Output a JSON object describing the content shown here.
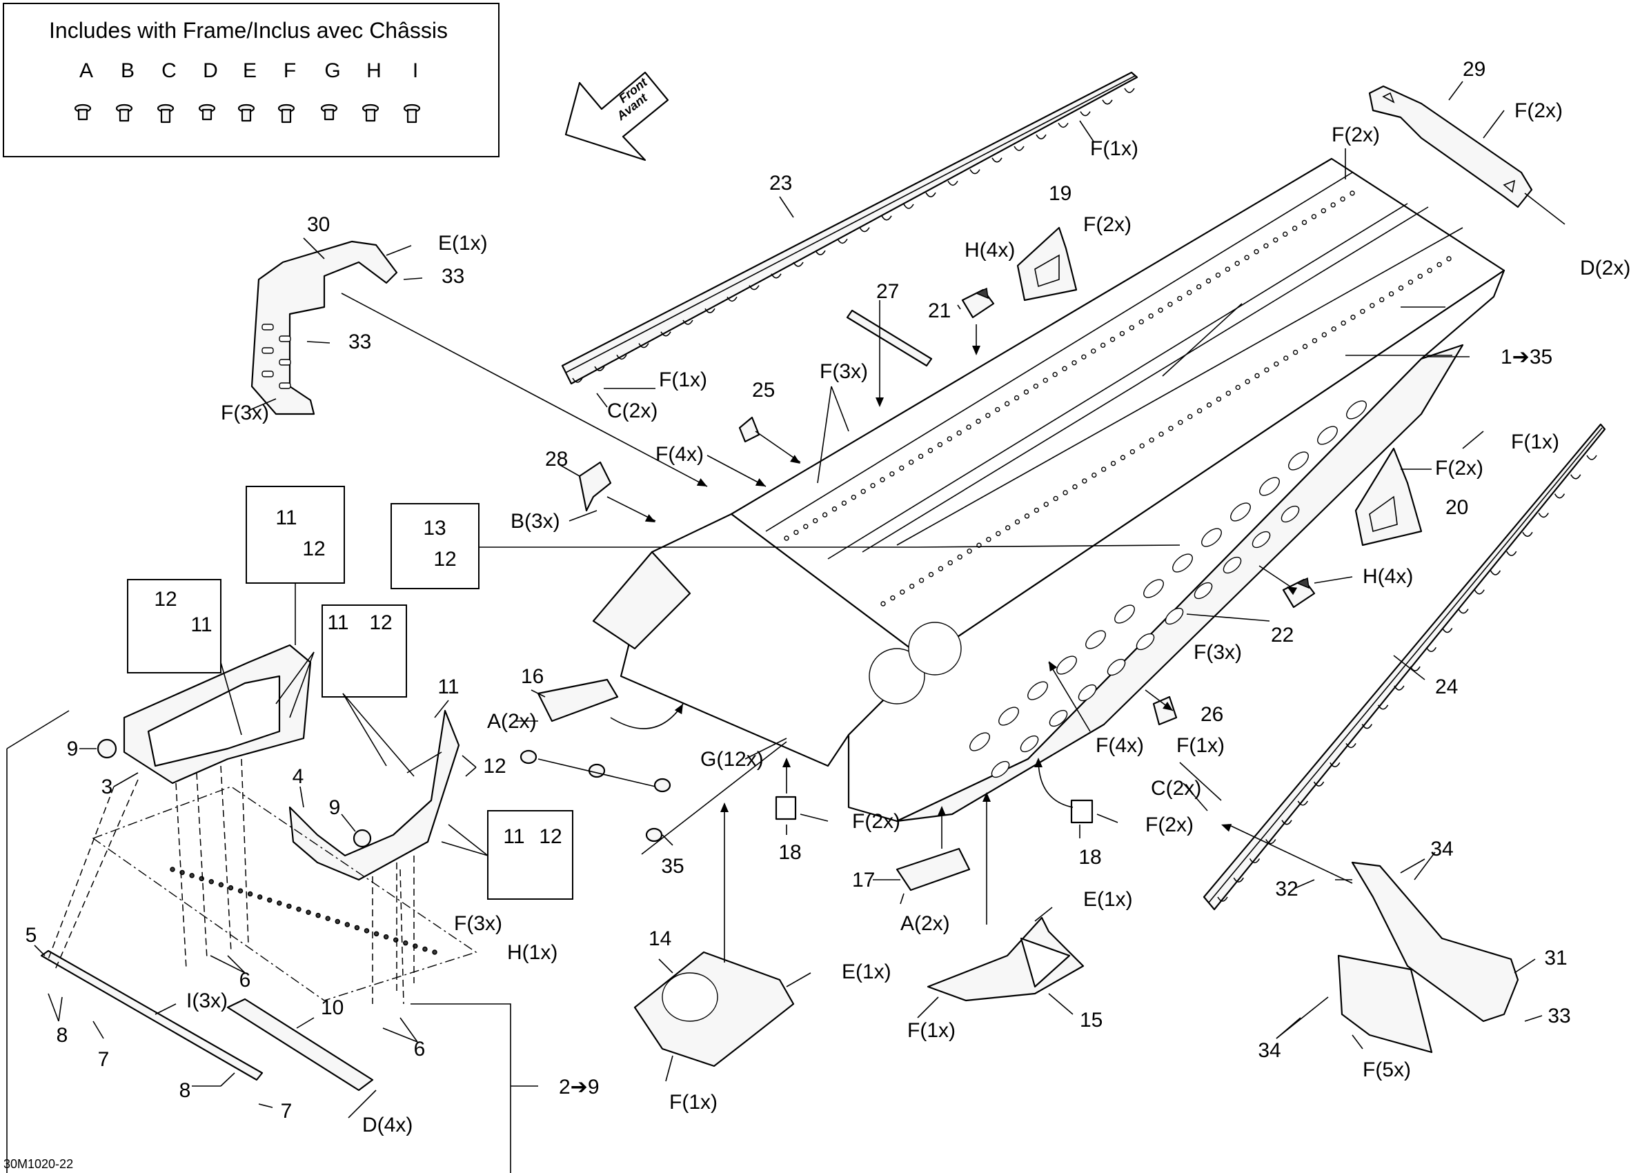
{
  "legend": {
    "title": "Includes with Frame/Inclus avec Châssis",
    "letters": [
      "A",
      "B",
      "C",
      "D",
      "E",
      "F",
      "G",
      "H",
      "I"
    ]
  },
  "front_arrow": {
    "line1": "Front",
    "line2": "Avant"
  },
  "callouts": {
    "c1": "F(1x)",
    "c23": "23",
    "c29": "29",
    "c29f": "F(2x)",
    "c29d": "D(2x)",
    "cF2top": "F(2x)",
    "c19": "19",
    "c19f": "F(2x)",
    "cH4a": "H(4x)",
    "c21": "21",
    "c30": "30",
    "c30e": "E(1x)",
    "c33a": "33",
    "c33b": "33",
    "c30f": "F(3x)",
    "c27": "27",
    "cF1b": "F(1x)",
    "cC2a": "C(2x)",
    "c25": "25",
    "cF3a": "F(3x)",
    "cF4a": "F(4x)",
    "c28": "28",
    "cB3": "B(3x)",
    "c135": "1➔35",
    "cF1c": "F(1x)",
    "cF2c": "F(2x)",
    "c20": "20",
    "cH4b": "H(4x)",
    "c22": "22",
    "cF3b": "F(3x)",
    "c24": "24",
    "c26": "26",
    "cF4b": "F(4x)",
    "cF1d": "F(1x)",
    "cC2b": "C(2x)",
    "c11a": "11",
    "c12a": "12",
    "c13": "13",
    "c12b": "12",
    "c12c": "12",
    "c11b": "11",
    "c11c": "11",
    "c12d": "12",
    "c16": "16",
    "cA2a": "A(2x)",
    "cG12": "G(12x)",
    "c9a": "9",
    "c3": "3",
    "c11d": "11",
    "c12e": "12",
    "c4": "4",
    "c9b": "9",
    "c11e": "11",
    "c12f": "12",
    "c35": "35",
    "c18a": "18",
    "cF2d": "F(2x)",
    "c18b": "18",
    "cF2e": "F(2x)",
    "c17": "17",
    "cA2b": "A(2x)",
    "c14": "14",
    "cE1a": "E(1x)",
    "cF1e": "F(1x)",
    "cE1b": "E(1x)",
    "c15": "15",
    "cF1f": "F(1x)",
    "c32": "32",
    "c34a": "34",
    "c31": "31",
    "c33c": "33",
    "c34b": "34",
    "cF5": "F(5x)",
    "c5": "5",
    "c6a": "6",
    "cF3c": "F(3x)",
    "cH1": "H(1x)",
    "c8a": "8",
    "c7a": "7",
    "cI3": "I(3x)",
    "c10": "10",
    "c6b": "6",
    "c8b": "8",
    "c7b": "7",
    "cD4": "D(4x)",
    "c29r": "2➔9"
  },
  "figure_code": "30M1020-22"
}
